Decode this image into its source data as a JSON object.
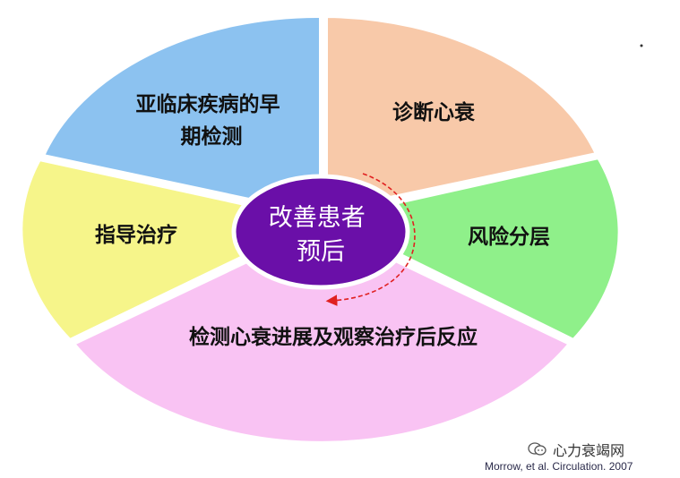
{
  "segments": [
    {
      "id": "early",
      "lines": [
        "亚临床疾病的早",
        "期检测"
      ],
      "color": "#8cc2f0"
    },
    {
      "id": "diagnose",
      "lines": [
        "诊断心衰"
      ],
      "color": "#f8c9a9"
    },
    {
      "id": "risk",
      "lines": [
        "风险分层"
      ],
      "color": "#8ff08a"
    },
    {
      "id": "monitor",
      "lines": [
        "检测心衰进展及观察治疗后反应"
      ],
      "color": "#f9c3f3"
    },
    {
      "id": "guide",
      "lines": [
        "指导治疗"
      ],
      "color": "#f6f58a"
    }
  ],
  "center": {
    "lines": [
      "改善患者",
      "预后"
    ],
    "color": "#6a0fa8"
  },
  "watermark": "心力衰竭网",
  "citation": "Morrow, et al. Circulation. 2007"
}
